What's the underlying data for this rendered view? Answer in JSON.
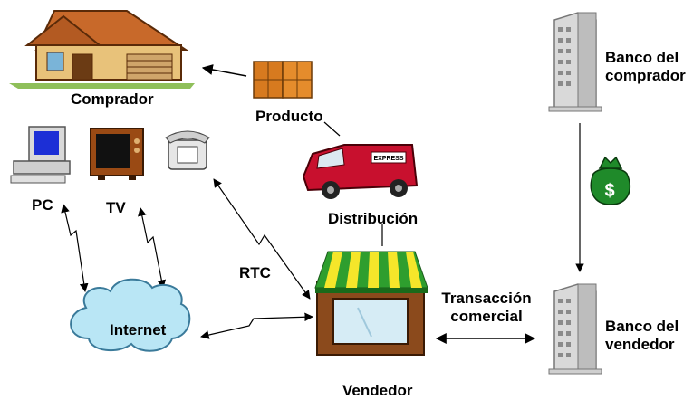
{
  "labels": {
    "comprador": "Comprador",
    "producto": "Producto",
    "distribucion": "Distribución",
    "pc": "PC",
    "tv": "TV",
    "rtc": "RTC",
    "internet": "Internet",
    "vendedor": "Vendedor",
    "transaccion_line1": "Transacción",
    "transaccion_line2": "comercial",
    "banco_comprador_line1": "Banco del",
    "banco_comprador_line2": "comprador",
    "banco_vendedor_line1": "Banco del",
    "banco_vendedor_line2": "vendedor",
    "van_text": "EXPRESS",
    "money_symbol": "$"
  },
  "colors": {
    "house_roof": "#c8692a",
    "house_wall": "#e8c27a",
    "box": "#d77a1f",
    "van": "#c8102e",
    "cloud": "#b9e6f5",
    "awning_green": "#2e9e2e",
    "awning_yellow": "#f5e62a",
    "shop_wood": "#8b4a1c",
    "money_bag": "#1f8a2a",
    "building": "#d9d9d9"
  }
}
